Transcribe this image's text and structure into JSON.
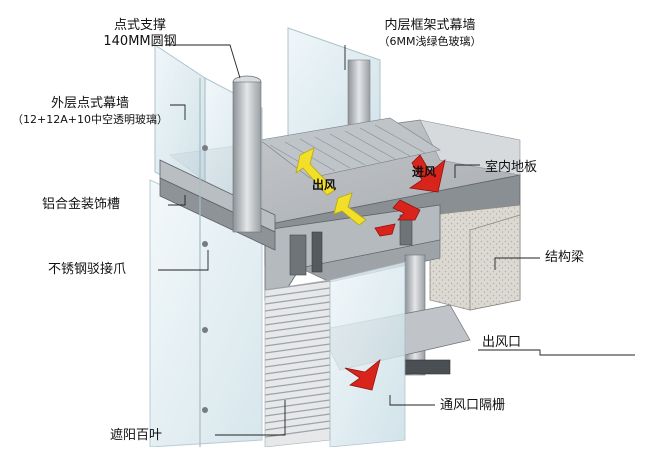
{
  "labels": {
    "point_support": "点式支撑",
    "round_steel": "140MM圆钢",
    "outer_wall": "外层点式幕墙",
    "outer_wall_spec": "（12+12A+10中空透明玻璃）",
    "inner_wall": "内层框架式幕墙",
    "inner_wall_spec": "（6MM浅绿色玻璃）",
    "aluminum_trough": "铝合金装饰槽",
    "indoor_floor": "室内地板",
    "stainless_claw": "不锈钢驳接爪",
    "structural_beam": "结构梁",
    "air_outlet": "出风口",
    "vent_grille": "通风口隔栅",
    "sunshade_louver": "遮阳百叶",
    "air_out": "出风",
    "air_in": "进风"
  },
  "colors": {
    "glass": "#dfeef3",
    "glass_edge": "#9fb9c3",
    "steel": "#c9ccd0",
    "dark_frame": "#6f7479",
    "concrete": "#d9d6cf",
    "arrow_yellow": "#f2df2a",
    "arrow_red": "#d9241c",
    "leader": "#222222"
  }
}
